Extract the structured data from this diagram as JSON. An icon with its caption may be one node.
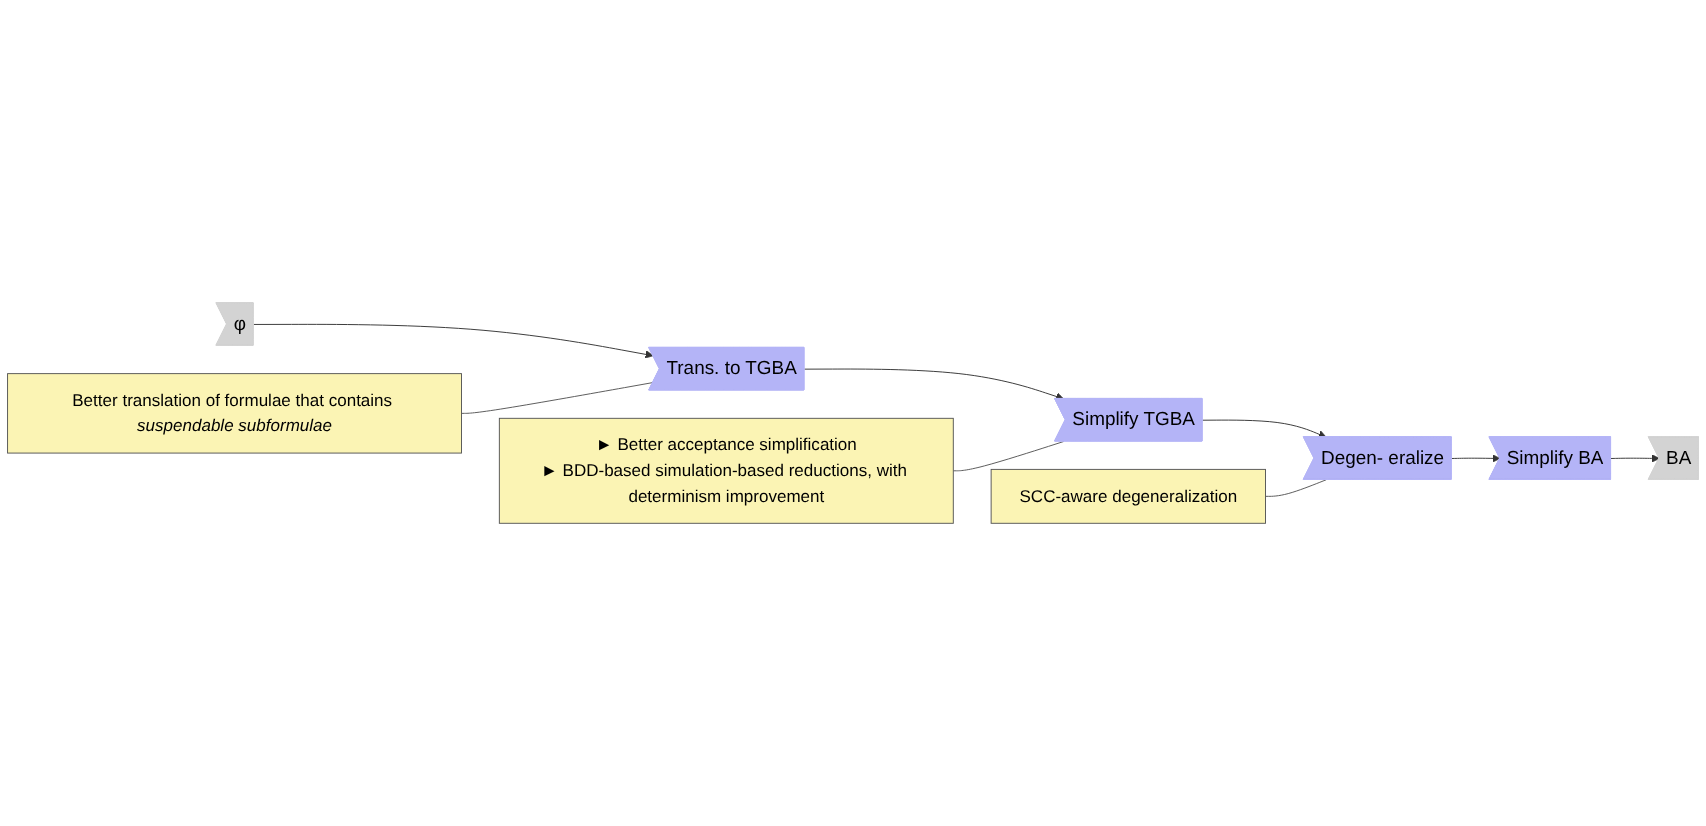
{
  "diagram": {
    "nodes": [
      {
        "text": [
          "φ"
        ]
      },
      {
        "text": [
          "Trans. to TGBA"
        ]
      },
      {
        "text": [
          "Simplify TGBA"
        ]
      },
      {
        "text": [
          "Degen- eralize"
        ]
      },
      {
        "text": [
          "Simplify BA"
        ]
      },
      {
        "text": [
          "BA"
        ]
      },
      {
        "text": [
          "Better translation of formulae that contains *suspendable subformulae*"
        ]
      },
      {
        "text": [
          "SCC-aware degeneralization"
        ]
      },
      {
        "text": [
          "► Better acceptance simplification",
          "► BDD-based simulation-based reductions, with determinism improvement"
        ]
      }
    ],
    "edges": [
      {
        "from": 0,
        "to": 1,
        "arrow": "to"
      },
      {
        "from": 1,
        "to": 2,
        "arrow": "to"
      },
      {
        "from": 2,
        "to": 3,
        "arrow": "to"
      },
      {
        "from": 3,
        "to": 4,
        "arrow": "to"
      },
      {
        "from": 4,
        "to": 5,
        "arrow": "to"
      },
      {
        "from": 6,
        "to": 1,
        "arrow": "none"
      },
      {
        "from": 7,
        "to": 3,
        "arrow": "none"
      },
      {
        "from": 8,
        "to": 2,
        "arrow": "none"
      }
    ]
  }
}
